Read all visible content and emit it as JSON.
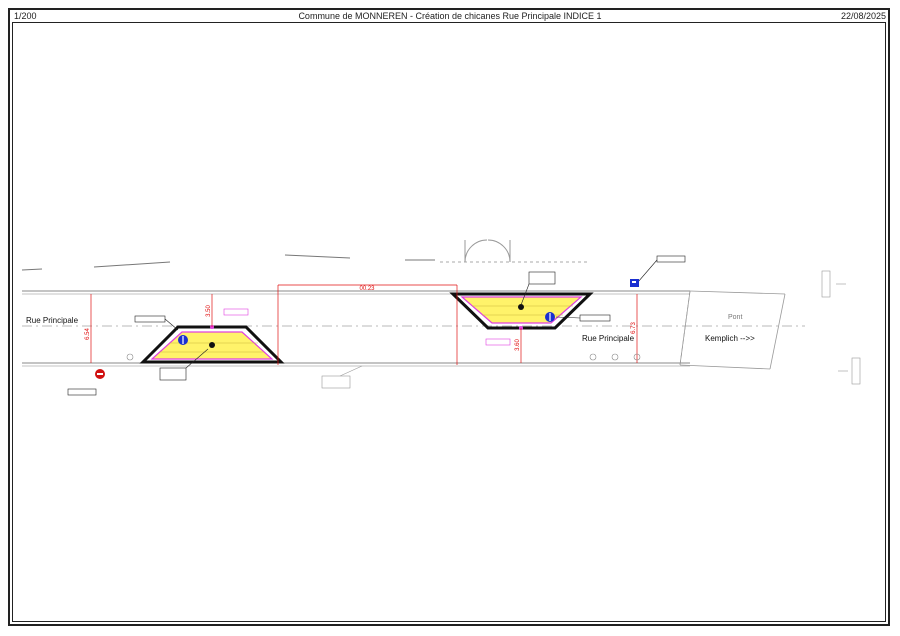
{
  "header": {
    "scale": "1/200",
    "title": "Commune de MONNEREN - Création de chicanes Rue Principale INDICE 1",
    "date": "22/08/2025"
  },
  "labels": {
    "street_left": "Rue Principale",
    "street_right": "Rue Principale",
    "bridge": "Pont",
    "direction": "Kemplich -->>"
  },
  "dimensions": {
    "left_island_depth": "3.50",
    "left_road_width": "6.54",
    "right_island_depth": "3.60",
    "right_road_width": "6.73",
    "island_spacing": "00.23"
  },
  "colors": {
    "island_fill": "#fff36a",
    "island_border": "#111111",
    "pink_outline": "#e040e0",
    "dimension": "#e01010",
    "sign_blue": "#1a2fd0",
    "sign_red": "#d01010"
  },
  "icons": {
    "left_island_sign": "keep-right-sign-icon",
    "right_island_sign": "keep-right-sign-icon",
    "priority_sign": "priority-sign-icon",
    "no_entry_sign": "give-way-sign-icon"
  }
}
